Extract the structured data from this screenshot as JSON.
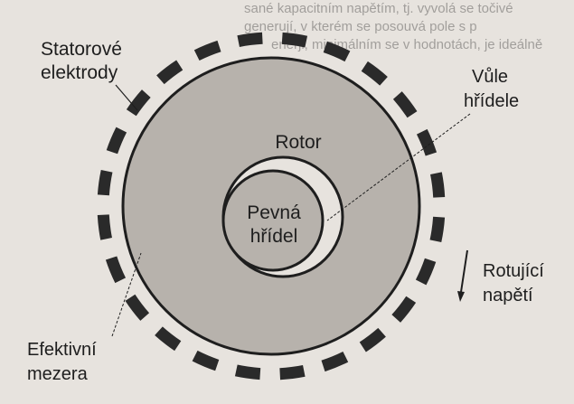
{
  "labels": {
    "stator_line1": "Statorové",
    "stator_line2": "elektrody",
    "clearance_line1": "Vůle",
    "clearance_line2": "hřídele",
    "rotor": "Rotor",
    "shaft_line1": "Pevná",
    "shaft_line2": "hřídel",
    "voltage_line1": "Rotující",
    "voltage_line2": "napětí",
    "gap_line1": "Efektivní",
    "gap_line2": "mezera"
  },
  "header_fragments": [
    "sané kapacitním napětím, tj. vyvolá se točivé",
    "generují, v kterém se posouvá pole s p",
    "enerji, minimálním se v hodnotách, je ideálně"
  ],
  "colors": {
    "paper": "#e7e3de",
    "electrode": "#2a2a2a",
    "rotor_fill": "#b7b2ac",
    "line": "#1e1e1e",
    "text": "#1e1e1e"
  },
  "electrodes": {
    "count": 24,
    "segment_fraction": 0.55
  }
}
